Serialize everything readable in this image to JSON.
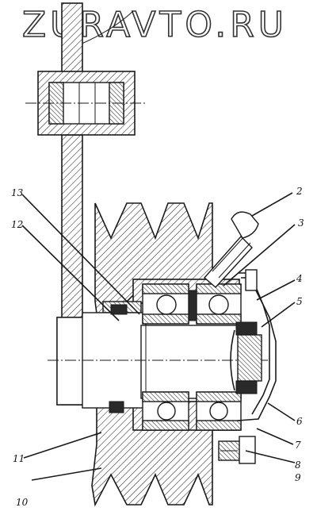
{
  "watermark": "ZURAVTO.RU",
  "callouts": [
    "2",
    "3",
    "4",
    "5",
    "6",
    "7",
    "8",
    "9",
    "10",
    "11",
    "12",
    "13"
  ],
  "colors": {
    "ink": "#1a1a1a",
    "paper": "#ffffff"
  }
}
